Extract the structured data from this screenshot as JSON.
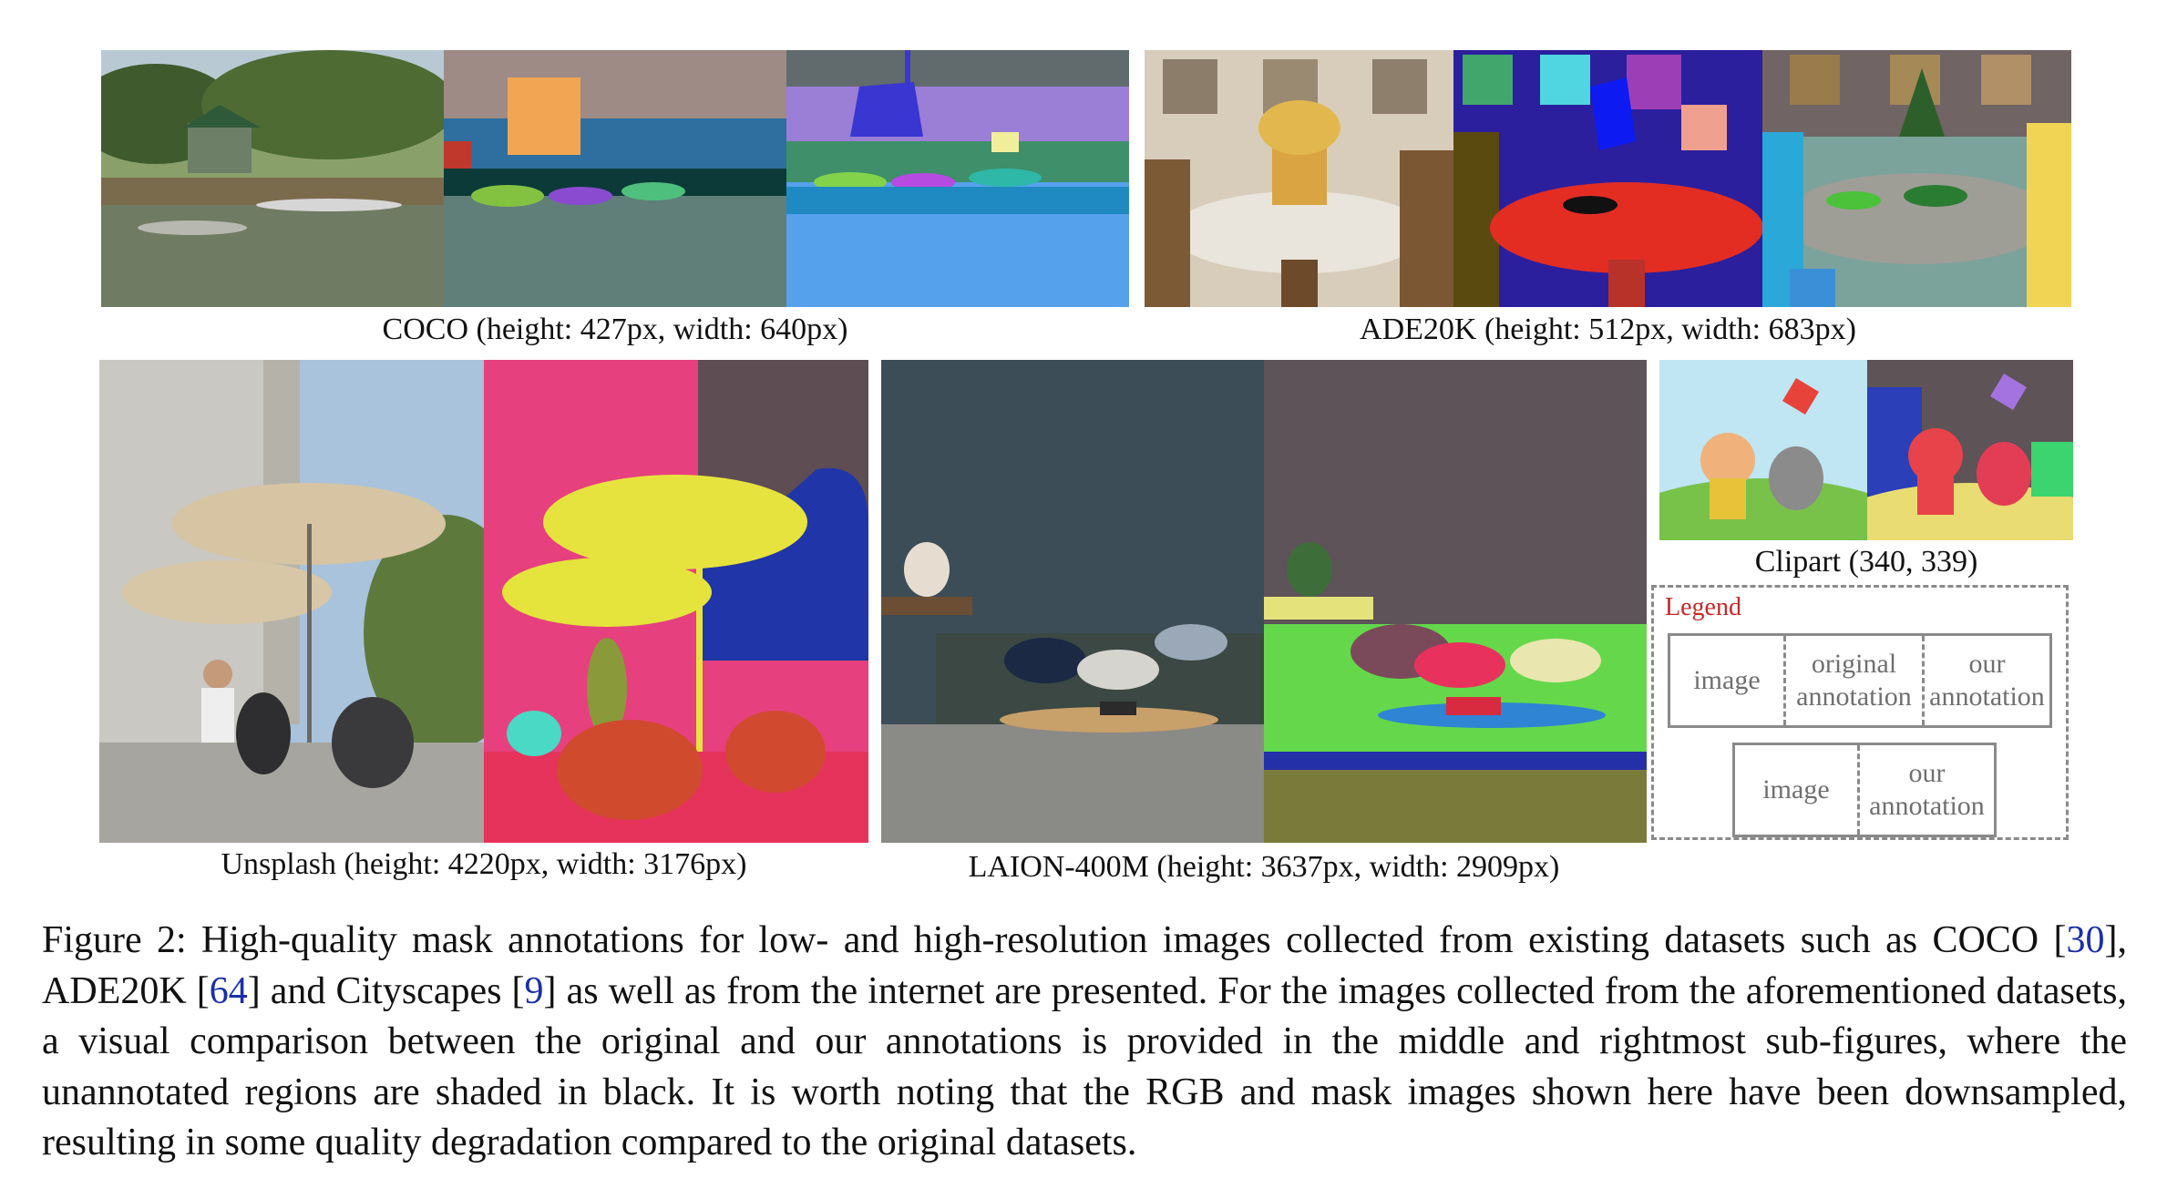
{
  "panels": {
    "coco": "COCO (height: 427px, width: 640px)",
    "ade": "ADE20K (height: 512px, width: 683px)",
    "unsplash": "Unsplash (height: 4220px, width: 3176px)",
    "laion": "LAION-400M (height: 3637px, width: 2909px)",
    "clipart": "Clipart (340, 339)"
  },
  "legend": {
    "title": "Legend",
    "row1": [
      "image",
      "original annotation",
      "our annotation"
    ],
    "row2": [
      "image",
      "our annotation"
    ]
  },
  "figure_caption": {
    "p1": "Figure 2:  High-quality mask annotations for low- and high-resolution images collected from existing datasets such as COCO [",
    "r1": "30",
    "p2": "], ADE20K [",
    "r2": "64",
    "p3": "] and Cityscapes [",
    "r3": "9",
    "p4": "] as well as from the internet are presented.  For the images collected from the aforementioned datasets, a visual comparison between the original and our annotations is provided in the middle and rightmost sub-figures, where the unannotated regions are shaded in black. It is worth noting that the RGB and mask images shown here have been downsampled, resulting in some quality degradation compared to the original datasets."
  }
}
